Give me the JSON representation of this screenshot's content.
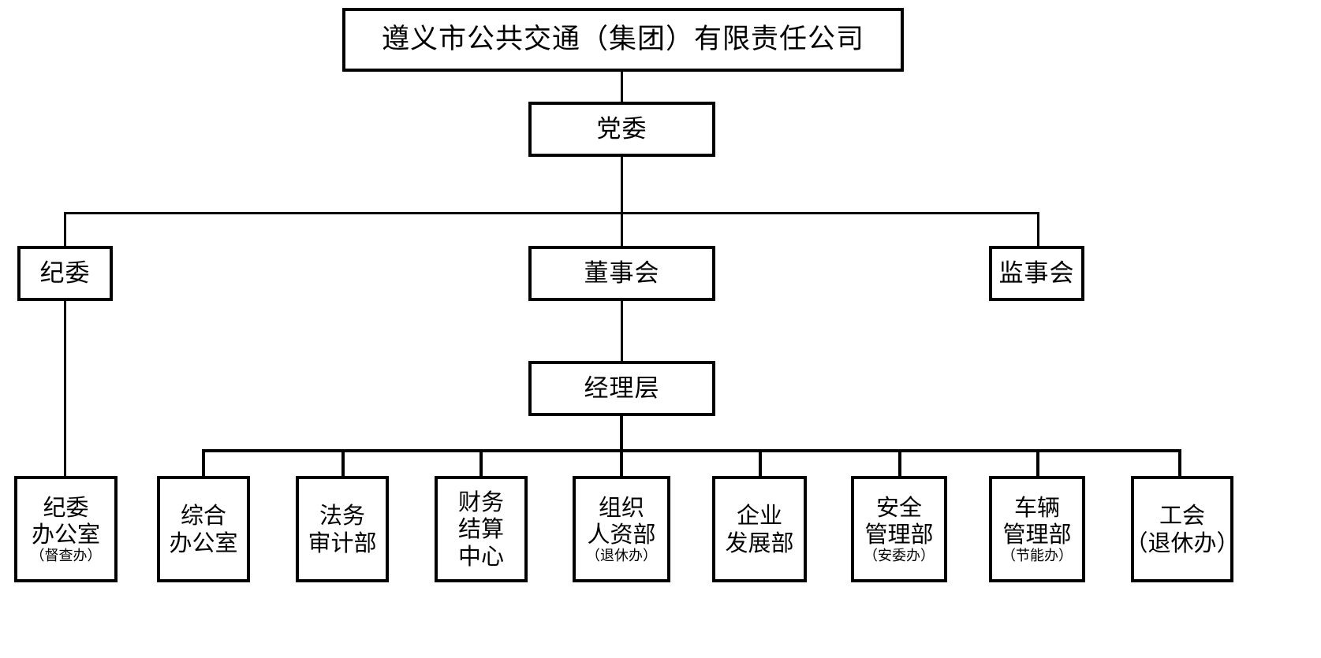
{
  "chart": {
    "type": "org-chart",
    "language": "zh-CN",
    "colors": {
      "line": "#000000",
      "box_border": "#000000",
      "background": "#ffffff",
      "text": "#000000"
    },
    "root": {
      "id": "company",
      "label": "遵义市公共交通（集团）有限责任公司"
    },
    "party_committee": {
      "id": "party-committee",
      "label": "党委"
    },
    "level3": [
      {
        "id": "discipline-commission",
        "label": "纪委"
      },
      {
        "id": "board-of-directors",
        "label": "董事会"
      },
      {
        "id": "board-of-supervisors",
        "label": "监事会"
      }
    ],
    "management": {
      "id": "management-level",
      "label": "经理层"
    },
    "departments": [
      {
        "id": "discipline-office",
        "line1": "纪委",
        "line2": "办公室",
        "sub": "（督查办）",
        "parent": "discipline-commission"
      },
      {
        "id": "general-office",
        "line1": "综合",
        "line2": "办公室",
        "sub": "",
        "parent": "management-level"
      },
      {
        "id": "legal-audit-dept",
        "line1": "法务",
        "line2": "审计部",
        "sub": "",
        "parent": "management-level"
      },
      {
        "id": "finance-settlement-center",
        "line1": "财务",
        "line2": "结算",
        "line3": "中心",
        "sub": "",
        "parent": "management-level"
      },
      {
        "id": "org-hr-dept",
        "line1": "组织",
        "line2": "人资部",
        "sub": "（退休办）",
        "parent": "management-level"
      },
      {
        "id": "enterprise-development-dept",
        "line1": "企业",
        "line2": "发展部",
        "sub": "",
        "parent": "management-level"
      },
      {
        "id": "safety-management-dept",
        "line1": "安全",
        "line2": "管理部",
        "sub": "（安委办）",
        "parent": "management-level"
      },
      {
        "id": "vehicle-management-dept",
        "line1": "车辆",
        "line2": "管理部",
        "sub": "（节能办）",
        "parent": "management-level"
      },
      {
        "id": "labor-union",
        "line1": "工会",
        "line2": "（退休办）",
        "sub": "",
        "parent": "management-level"
      }
    ]
  }
}
